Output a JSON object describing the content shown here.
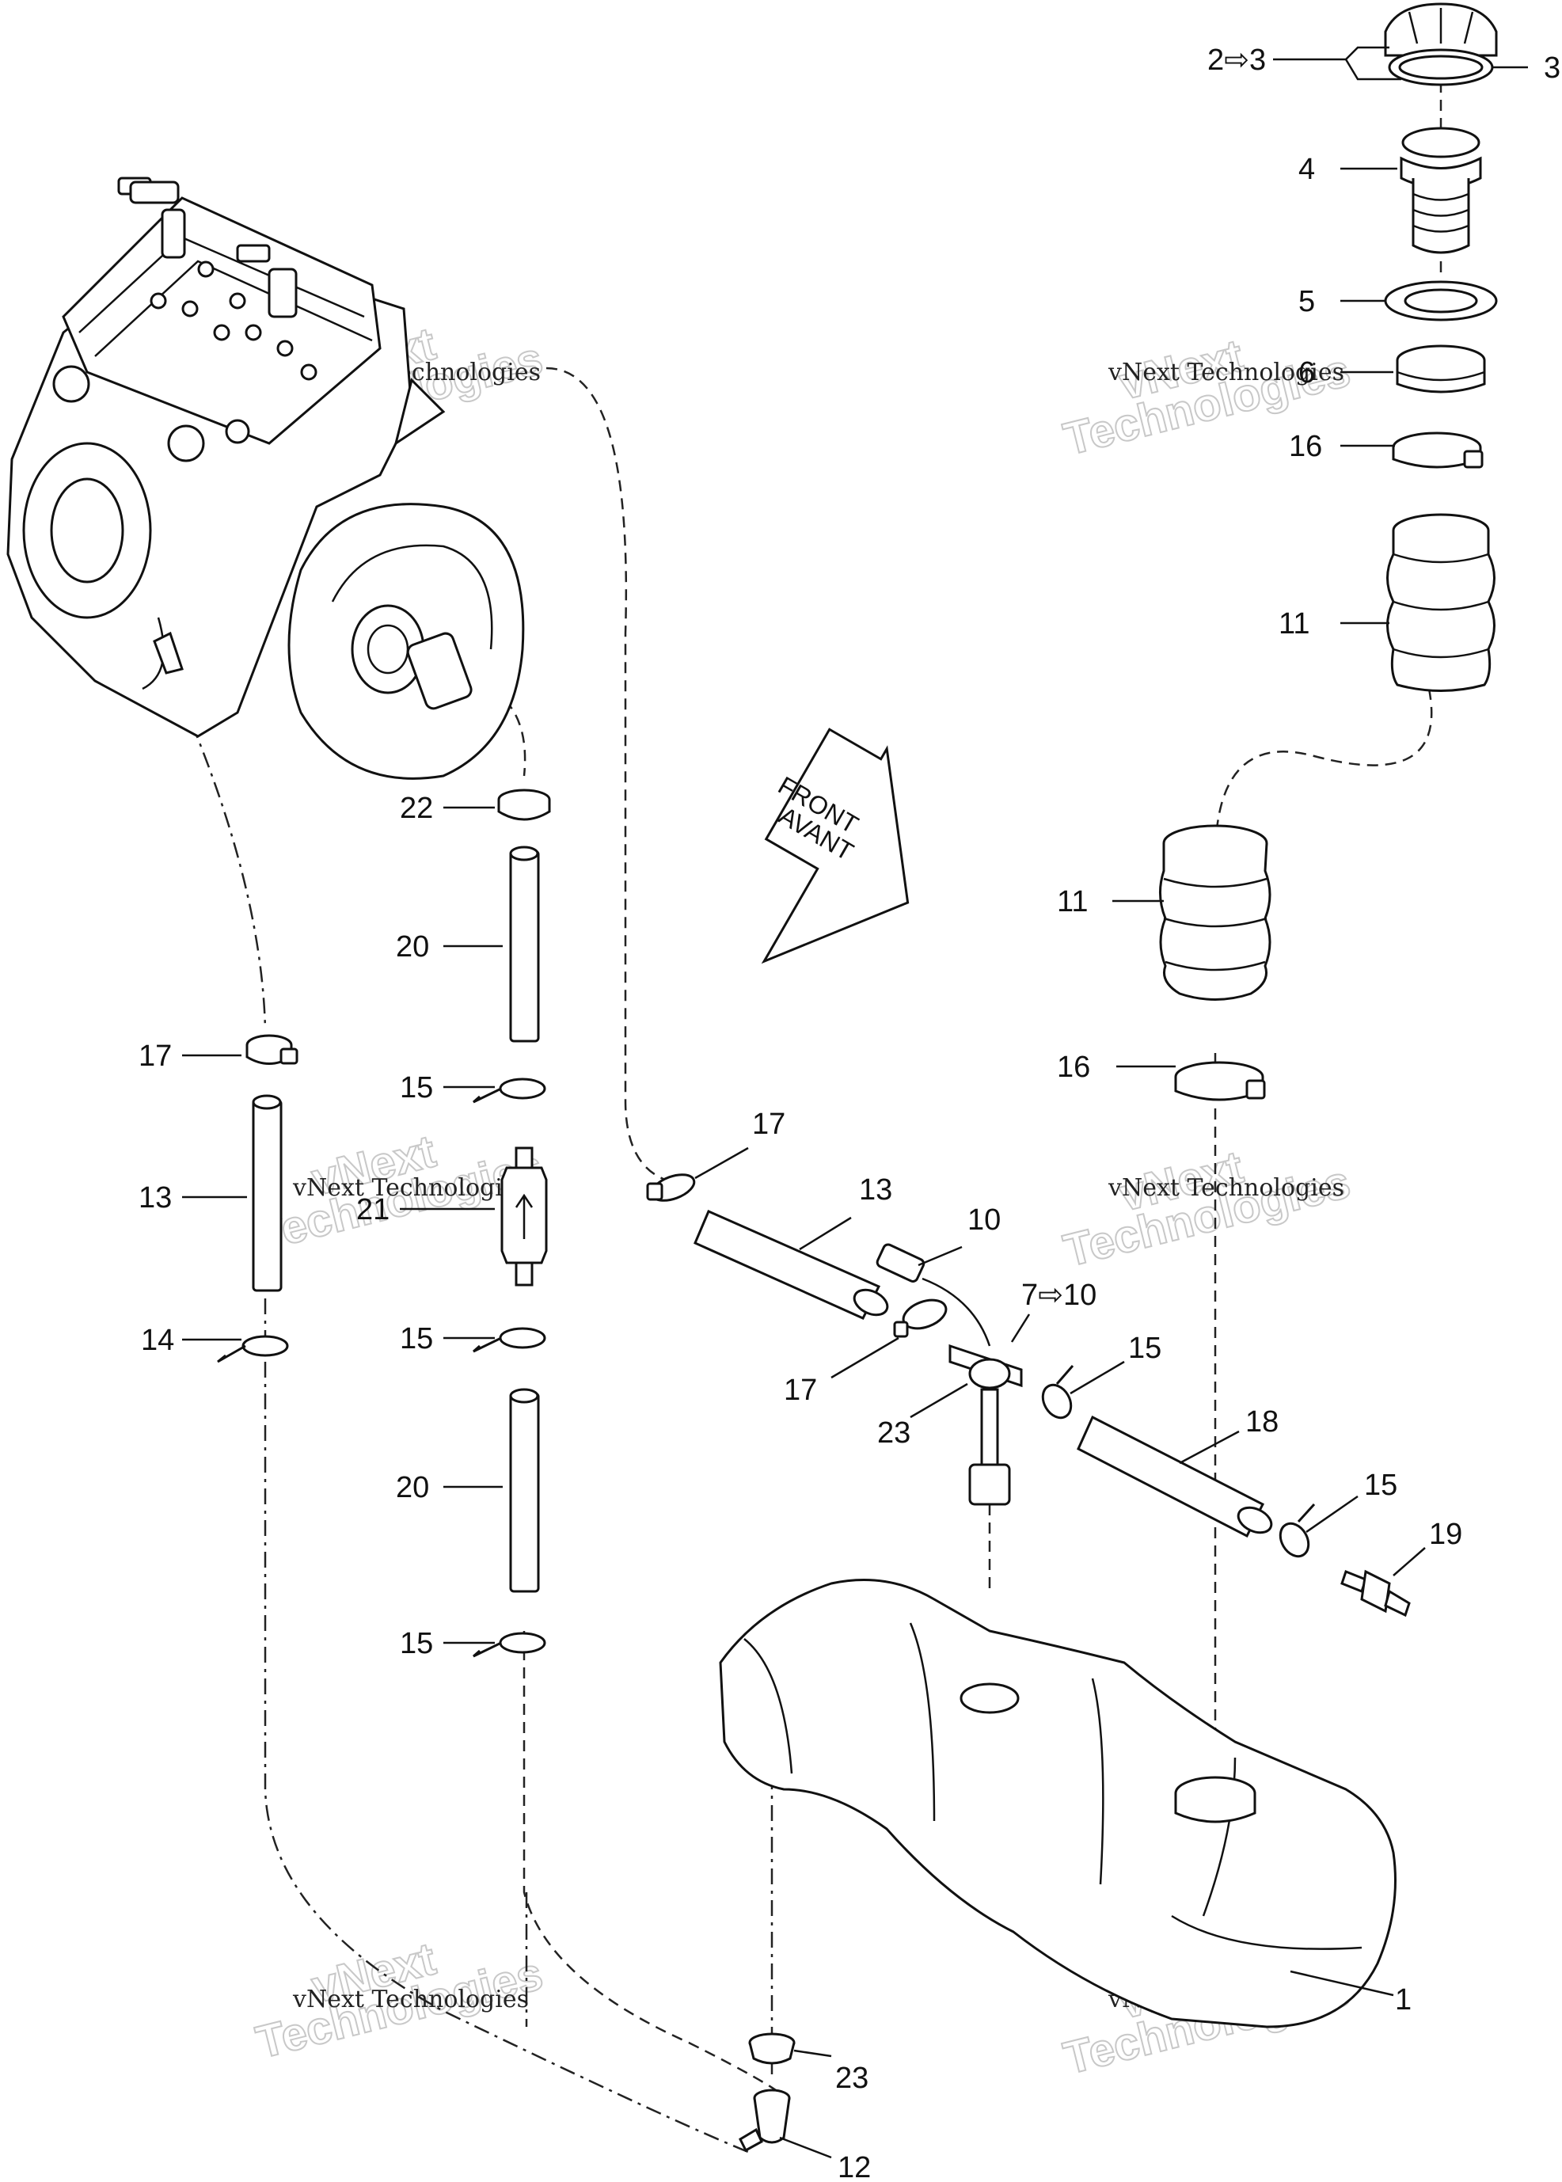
{
  "diagram": {
    "labels": [
      {
        "id": "l-2-3",
        "text": "2⇨3"
      },
      {
        "id": "l-3",
        "text": "3"
      },
      {
        "id": "l-4",
        "text": "4"
      },
      {
        "id": "l-5",
        "text": "5"
      },
      {
        "id": "l-6",
        "text": "6"
      },
      {
        "id": "l-16a",
        "text": "16"
      },
      {
        "id": "l-11a",
        "text": "11"
      },
      {
        "id": "l-11b",
        "text": "11"
      },
      {
        "id": "l-16b",
        "text": "16"
      },
      {
        "id": "l-22",
        "text": "22"
      },
      {
        "id": "l-20a",
        "text": "20"
      },
      {
        "id": "l-17a",
        "text": "17"
      },
      {
        "id": "l-15a",
        "text": "15"
      },
      {
        "id": "l-13a",
        "text": "13"
      },
      {
        "id": "l-21",
        "text": "21"
      },
      {
        "id": "l-14",
        "text": "14"
      },
      {
        "id": "l-15b",
        "text": "15"
      },
      {
        "id": "l-20b",
        "text": "20"
      },
      {
        "id": "l-15c",
        "text": "15"
      },
      {
        "id": "l-17b",
        "text": "17"
      },
      {
        "id": "l-13b",
        "text": "13"
      },
      {
        "id": "l-10",
        "text": "10"
      },
      {
        "id": "l-7-10",
        "text": "7⇨10"
      },
      {
        "id": "l-15d",
        "text": "15"
      },
      {
        "id": "l-17c",
        "text": "17"
      },
      {
        "id": "l-23a",
        "text": "23"
      },
      {
        "id": "l-18",
        "text": "18"
      },
      {
        "id": "l-15e",
        "text": "15"
      },
      {
        "id": "l-19",
        "text": "19"
      },
      {
        "id": "l-1",
        "text": "1"
      },
      {
        "id": "l-23b",
        "text": "23"
      },
      {
        "id": "l-12",
        "text": "12"
      }
    ],
    "front_arrow": {
      "line1": "FRONT",
      "line2": "AVANT"
    },
    "watermark": {
      "line1": "vNext Technologies",
      "line2": "vNext",
      "line3": "Technologies"
    }
  }
}
